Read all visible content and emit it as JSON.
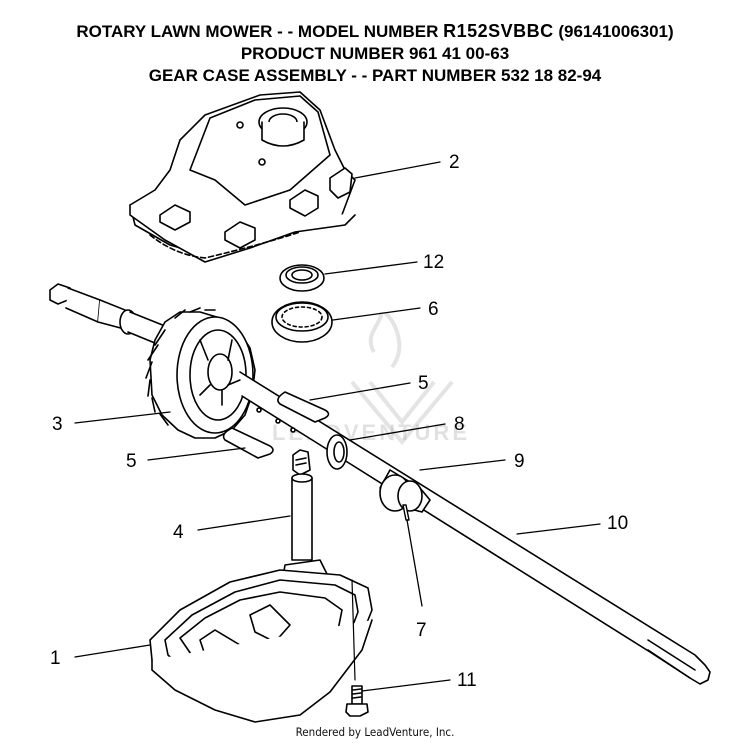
{
  "header": {
    "line1_prefix": "ROTARY LAWN MOWER - - MODEL NUMBER ",
    "line1_model": "R152SVBBC",
    "line1_code": " (96141006301)",
    "line2": "PRODUCT NUMBER 961 41 00-63",
    "line3": "GEAR CASE ASSEMBLY - - PART NUMBER 532 18 82-94"
  },
  "callouts": {
    "c1": "1",
    "c2": "2",
    "c3": "3",
    "c4": "4",
    "c5a": "5",
    "c5b": "5",
    "c6": "6",
    "c7": "7",
    "c8": "8",
    "c9": "9",
    "c10": "10",
    "c11": "11",
    "c12": "12"
  },
  "watermark": "LEADVENTURE",
  "footer": "Rendered by LeadVenture, Inc.",
  "colors": {
    "line": "#000000",
    "watermark": "#bdbdbd"
  }
}
